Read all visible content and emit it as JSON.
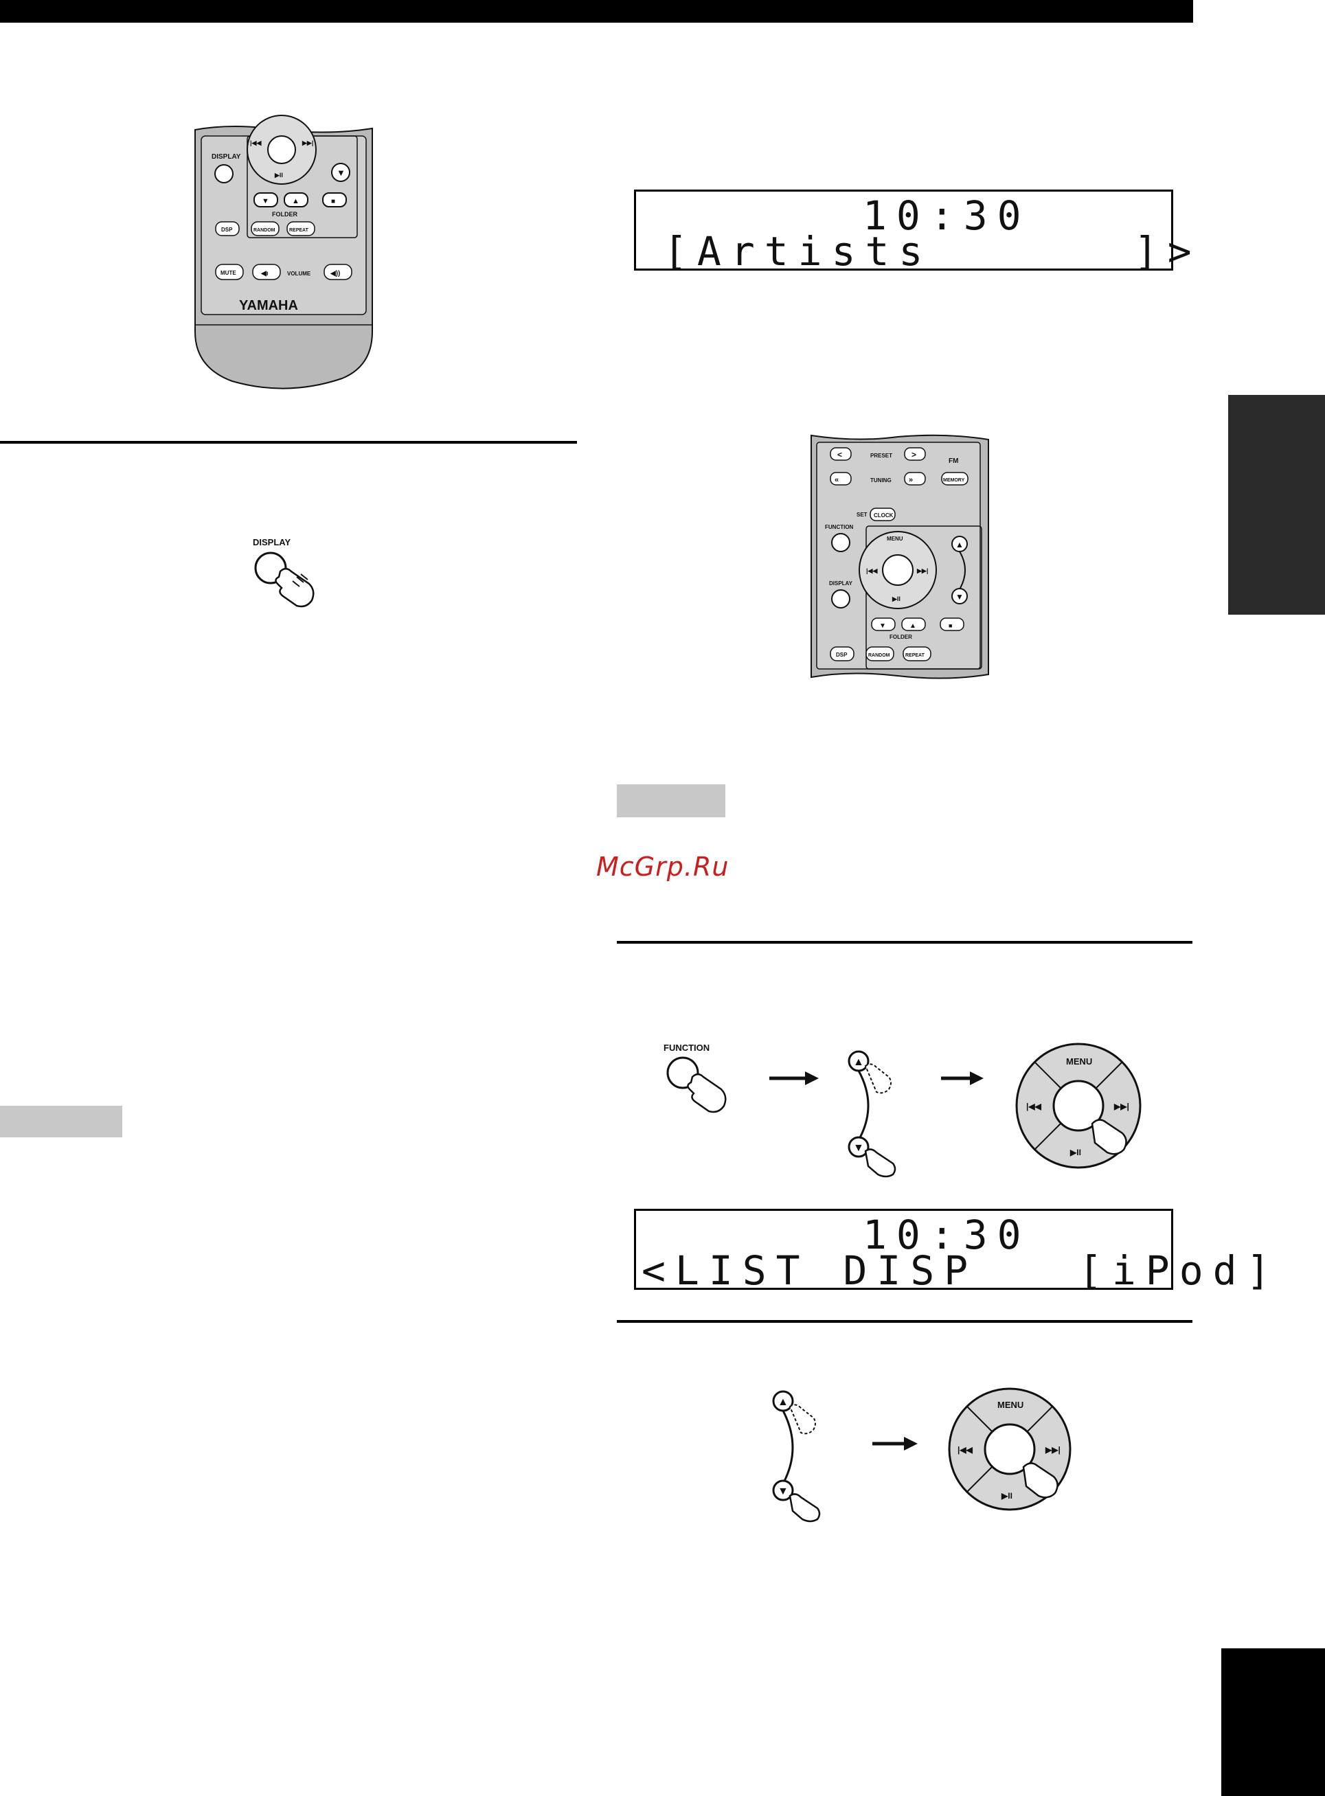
{
  "page": {
    "watermark": "McGrp.Ru"
  },
  "remote_top": {
    "display_label": "DISPLAY",
    "folder_label": "FOLDER",
    "dsp_label": "DSP",
    "random_label": "RANDOM",
    "repeat_label": "REPEAT",
    "mute_label": "MUTE",
    "volume_label": "VOLUME",
    "brand": "YAMAHA"
  },
  "display_button": {
    "label": "DISPLAY"
  },
  "lcd1": {
    "line1": "10:30",
    "line2": "[Artists      ]>"
  },
  "remote_mid": {
    "preset_label": "PRESET",
    "tuning_label": "TUNING",
    "fm_label": "FM",
    "memory_label": "MEMORY",
    "set_label": "SET",
    "clock_label": "CLOCK",
    "function_label": "FUNCTION",
    "menu_label": "MENU",
    "display_label": "DISPLAY",
    "folder_label": "FOLDER",
    "dsp_label": "DSP",
    "random_label": "RANDOM",
    "repeat_label": "REPEAT"
  },
  "step1": {
    "function_label": "FUNCTION",
    "menu_label": "MENU"
  },
  "lcd2": {
    "line1": "10:30",
    "line2": "<LIST DISP   [iPod]"
  },
  "step2": {
    "menu_label": "MENU"
  },
  "colors": {
    "remote_body": "#b9b9b9",
    "remote_panel": "#d2d2d2",
    "gray_box": "#c8c8c8",
    "side_tab": "#2a2a2a",
    "watermark": "#c8201e"
  }
}
